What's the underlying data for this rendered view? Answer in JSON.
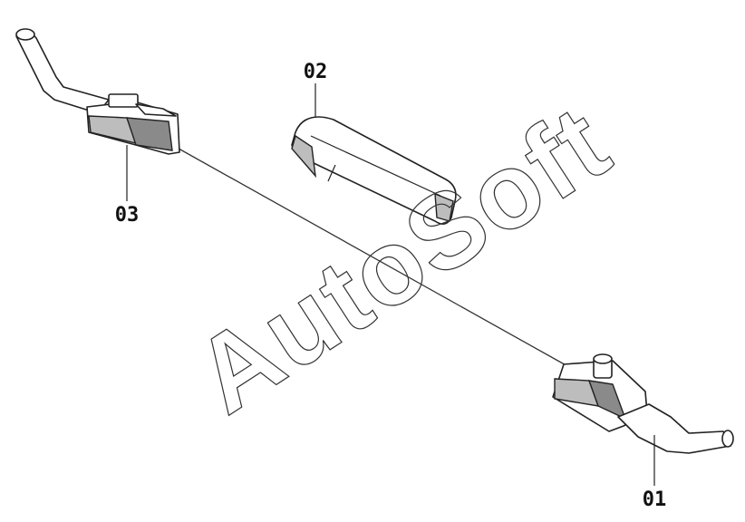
{
  "diagram": {
    "callouts": {
      "part_01": "01",
      "part_02": "02",
      "part_03": "03"
    },
    "watermark": "AutoSoft",
    "colors": {
      "line": "#222222",
      "shade_dark": "#8a8a8a",
      "shade_mid": "#bdbdbd",
      "background": "#ffffff"
    }
  }
}
